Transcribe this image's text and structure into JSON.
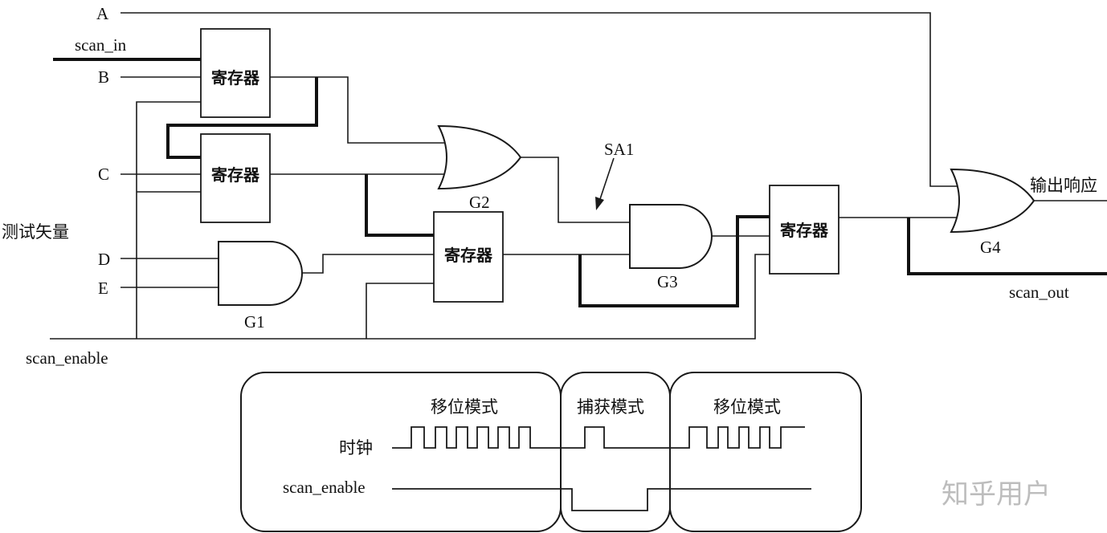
{
  "inputs": {
    "a": "A",
    "scan_in": "scan_in",
    "b": "B",
    "c": "C",
    "d": "D",
    "e": "E",
    "scan_enable": "scan_enable",
    "test_vector": "测试矢量"
  },
  "registers": {
    "r1": "寄存器",
    "r2": "寄存器",
    "r3": "寄存器",
    "r4": "寄存器"
  },
  "gates": {
    "g1": "G1",
    "g2": "G2",
    "g3": "G3",
    "g4": "G4"
  },
  "fault": {
    "label": "SA1"
  },
  "outputs": {
    "response": "输出响应",
    "scan_out": "scan_out"
  },
  "timing": {
    "mode_shift_1": "移位模式",
    "mode_capture": "捕获模式",
    "mode_shift_2": "移位模式",
    "clock_label": "时钟",
    "scan_enable_label": "scan_enable"
  },
  "watermark": "知乎用户"
}
